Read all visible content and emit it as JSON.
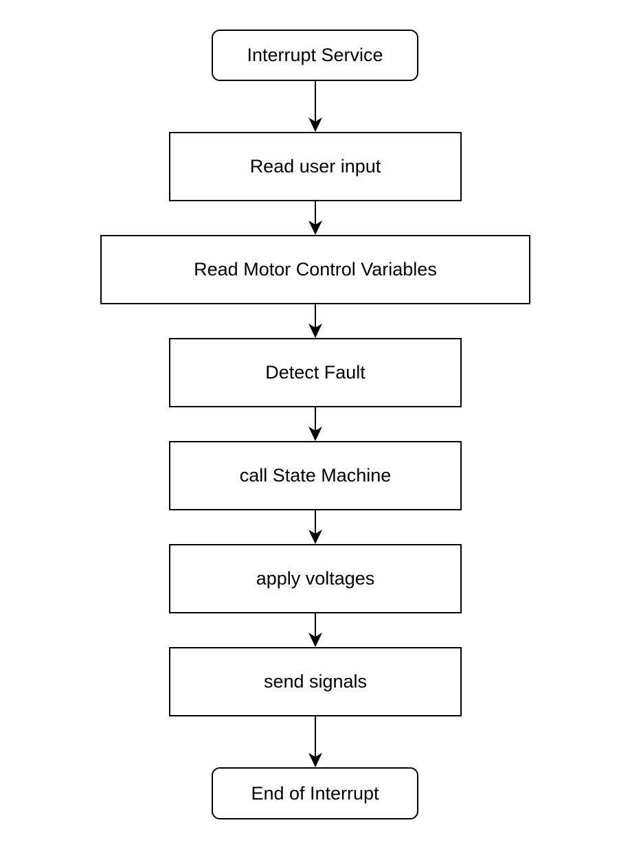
{
  "flowchart": {
    "nodes": [
      {
        "id": "start",
        "label": "Interrupt Service",
        "shape": "rounded"
      },
      {
        "id": "read-user-input",
        "label": "Read user input",
        "shape": "rect"
      },
      {
        "id": "read-motor-vars",
        "label": "Read Motor Control Variables",
        "shape": "rect"
      },
      {
        "id": "detect-fault",
        "label": "Detect Fault",
        "shape": "rect"
      },
      {
        "id": "call-state-machine",
        "label": "call State Machine",
        "shape": "rect"
      },
      {
        "id": "apply-voltages",
        "label": "apply voltages",
        "shape": "rect"
      },
      {
        "id": "send-signals",
        "label": "send signals",
        "shape": "rect"
      },
      {
        "id": "end",
        "label": "End of Interrupt",
        "shape": "rounded"
      }
    ],
    "edges": [
      {
        "from": "start",
        "to": "read-user-input"
      },
      {
        "from": "read-user-input",
        "to": "read-motor-vars"
      },
      {
        "from": "read-motor-vars",
        "to": "detect-fault"
      },
      {
        "from": "detect-fault",
        "to": "call-state-machine"
      },
      {
        "from": "call-state-machine",
        "to": "apply-voltages"
      },
      {
        "from": "apply-voltages",
        "to": "send-signals"
      },
      {
        "from": "send-signals",
        "to": "end"
      }
    ],
    "colors": {
      "stroke": "#000000",
      "fill": "#ffffff",
      "text": "#000000"
    }
  }
}
